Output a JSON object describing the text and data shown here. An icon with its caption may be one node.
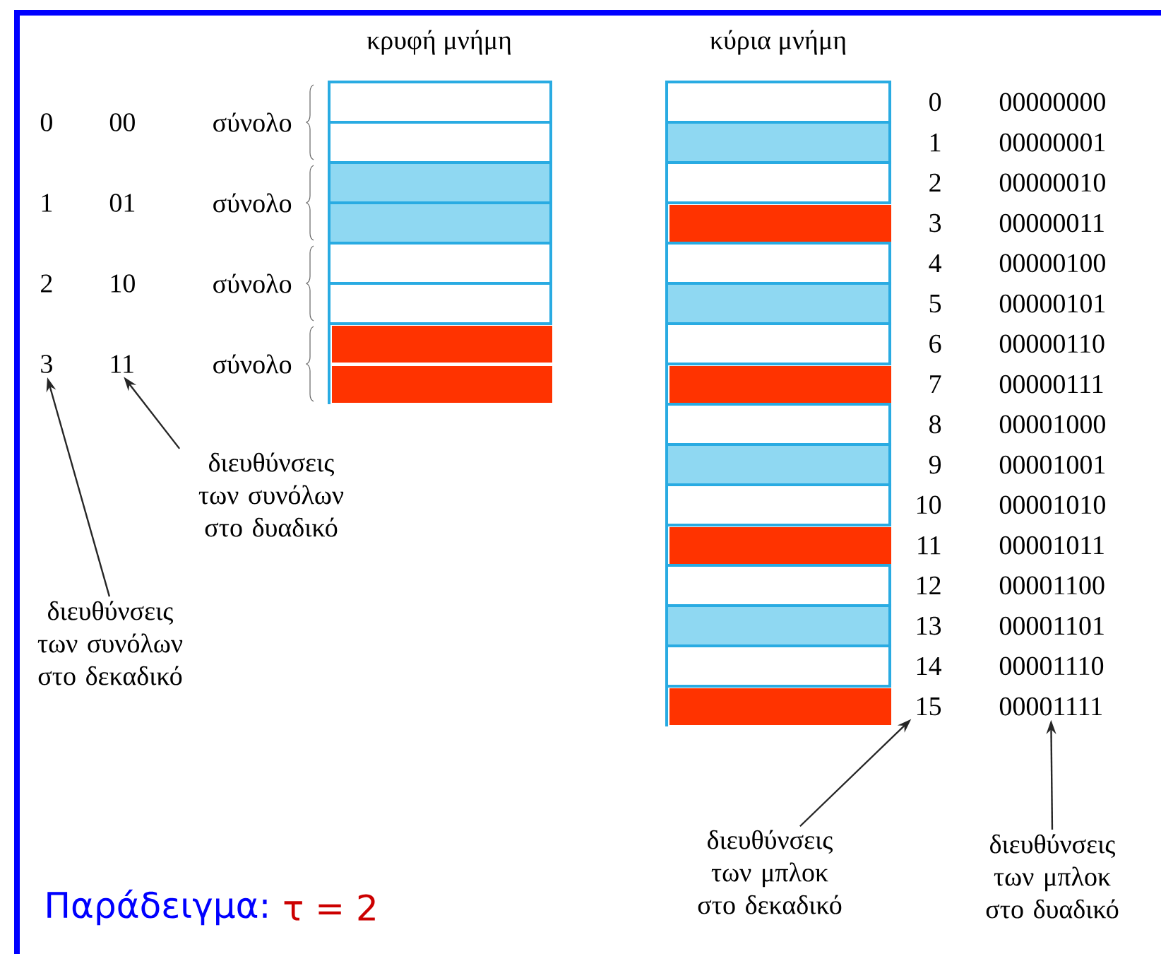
{
  "diagram": {
    "nodes": [
      {
        "text": [
          "3"
        ]
      },
      {
        "text": [
          "11"
        ]
      },
      {
        "text": [
          "διευθύνσεις των συνόλων στο δυαδικό"
        ]
      },
      {
        "text": [
          "διευθύνσεις των συνόλων στο δεκαδικό"
        ]
      },
      {
        "text": [
          "15"
        ]
      },
      {
        "text": [
          "00001111"
        ]
      },
      {
        "text": [
          "διευθύνσεις των μπλοκ στο δεκαδικό"
        ]
      },
      {
        "text": [
          "διευθύνσεις των μπλοκ στο δυαδικό"
        ]
      }
    ],
    "edges": [
      {
        "from": 3,
        "to": 0,
        "arrow": "to"
      },
      {
        "from": 2,
        "to": 1,
        "arrow": "to"
      },
      {
        "from": 6,
        "to": 4,
        "arrow": "to"
      },
      {
        "from": 7,
        "to": 5,
        "arrow": "to"
      }
    ],
    "labels": [
      "κρυφή μνήμη",
      "κύρια μνήμη",
      "0",
      "00",
      "σύνολο",
      "1",
      "01",
      "σύνολο",
      "2",
      "10",
      "σύνολο",
      "σύνολο",
      "0",
      "00000000",
      "1",
      "00000001",
      "2",
      "00000010",
      "3",
      "00000011",
      "4",
      "00000100",
      "5",
      "00000101",
      "6",
      "00000110",
      "7",
      "00000111",
      "8",
      "00001000",
      "9",
      "00001001",
      "10",
      "00001010",
      "11",
      "00001011",
      "12",
      "00001100",
      "13",
      "00001101",
      "14",
      "00001110",
      "Παράδειγμα:",
      "τ = 2"
    ]
  }
}
